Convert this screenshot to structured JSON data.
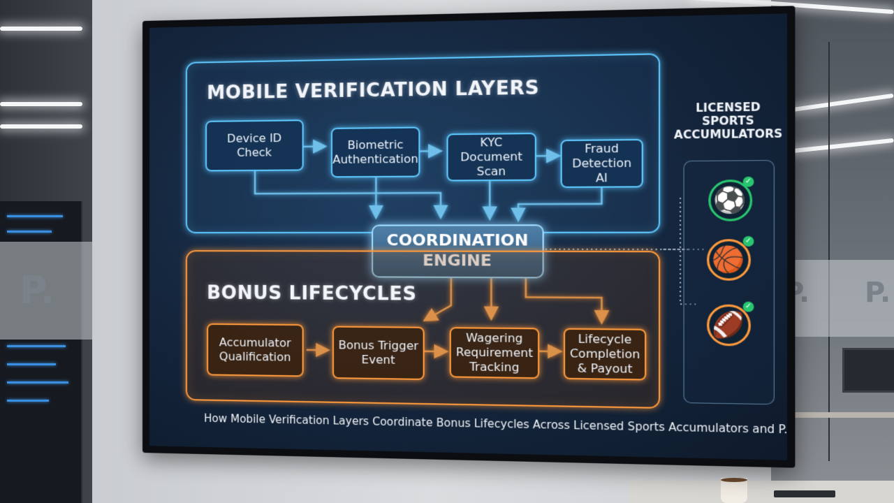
{
  "scene": {
    "glass_logo": "P."
  },
  "diagram": {
    "verification": {
      "title": "MOBILE VERIFICATION LAYERS",
      "steps": [
        "Device ID Check",
        "Biometric Authentication",
        "KYC Document Scan",
        "Fraud Detection AI"
      ]
    },
    "engine": "COORDINATION ENGINE",
    "bonus": {
      "title": "BONUS LIFECYCLES",
      "steps": [
        "Accumulator Qualification",
        "Bonus Trigger Event",
        "Wagering Requirement Tracking",
        "Lifecycle Completion & Payout"
      ]
    },
    "accumulators": {
      "title": "LICENSED SPORTS ACCUMULATORS",
      "items": [
        {
          "icon": "soccer-ball-icon",
          "ring_color": "#28c76f"
        },
        {
          "icon": "basketball-icon",
          "ring_color": "#ff9a3c"
        },
        {
          "icon": "football-helmet-icon",
          "ring_color": "#ff9a3c"
        }
      ]
    },
    "caption": "How Mobile Verification Layers Coordinate Bonus Lifecycles Across Licensed Sports Accumulators and P."
  },
  "colors": {
    "blue_glow": "#5ec8ff",
    "orange_glow": "#ff9a3c",
    "check_green": "#28c76f"
  }
}
